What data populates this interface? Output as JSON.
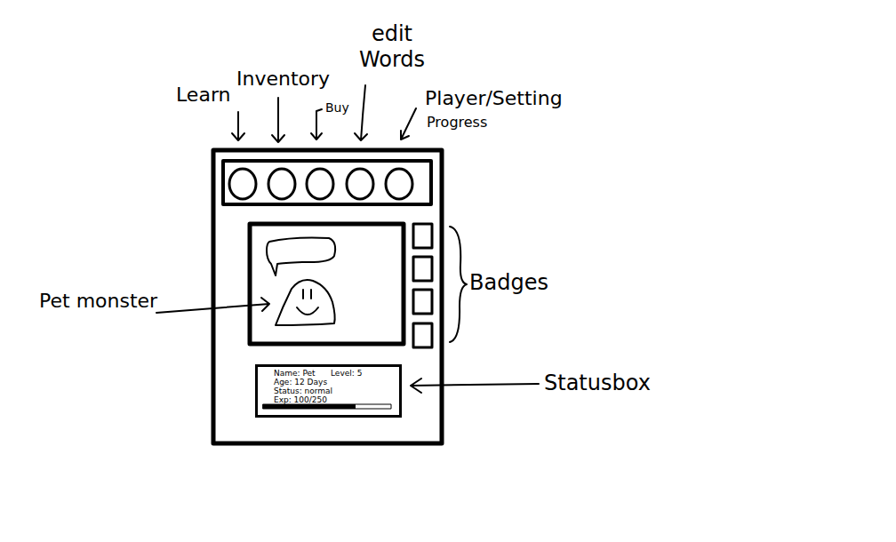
{
  "diagram": {
    "nodes": [
      {
        "text": [
          "Name: Pet",
          "Level: 5",
          "Age: 12 Days",
          "Status: normal",
          "Exp: 100/250"
        ]
      }
    ],
    "labels": [
      "edit Words",
      "Learn",
      "Inventory",
      "Player/Setting",
      "Buy",
      "Progress",
      "Pet monster",
      "Badges",
      "Statusbox"
    ]
  }
}
